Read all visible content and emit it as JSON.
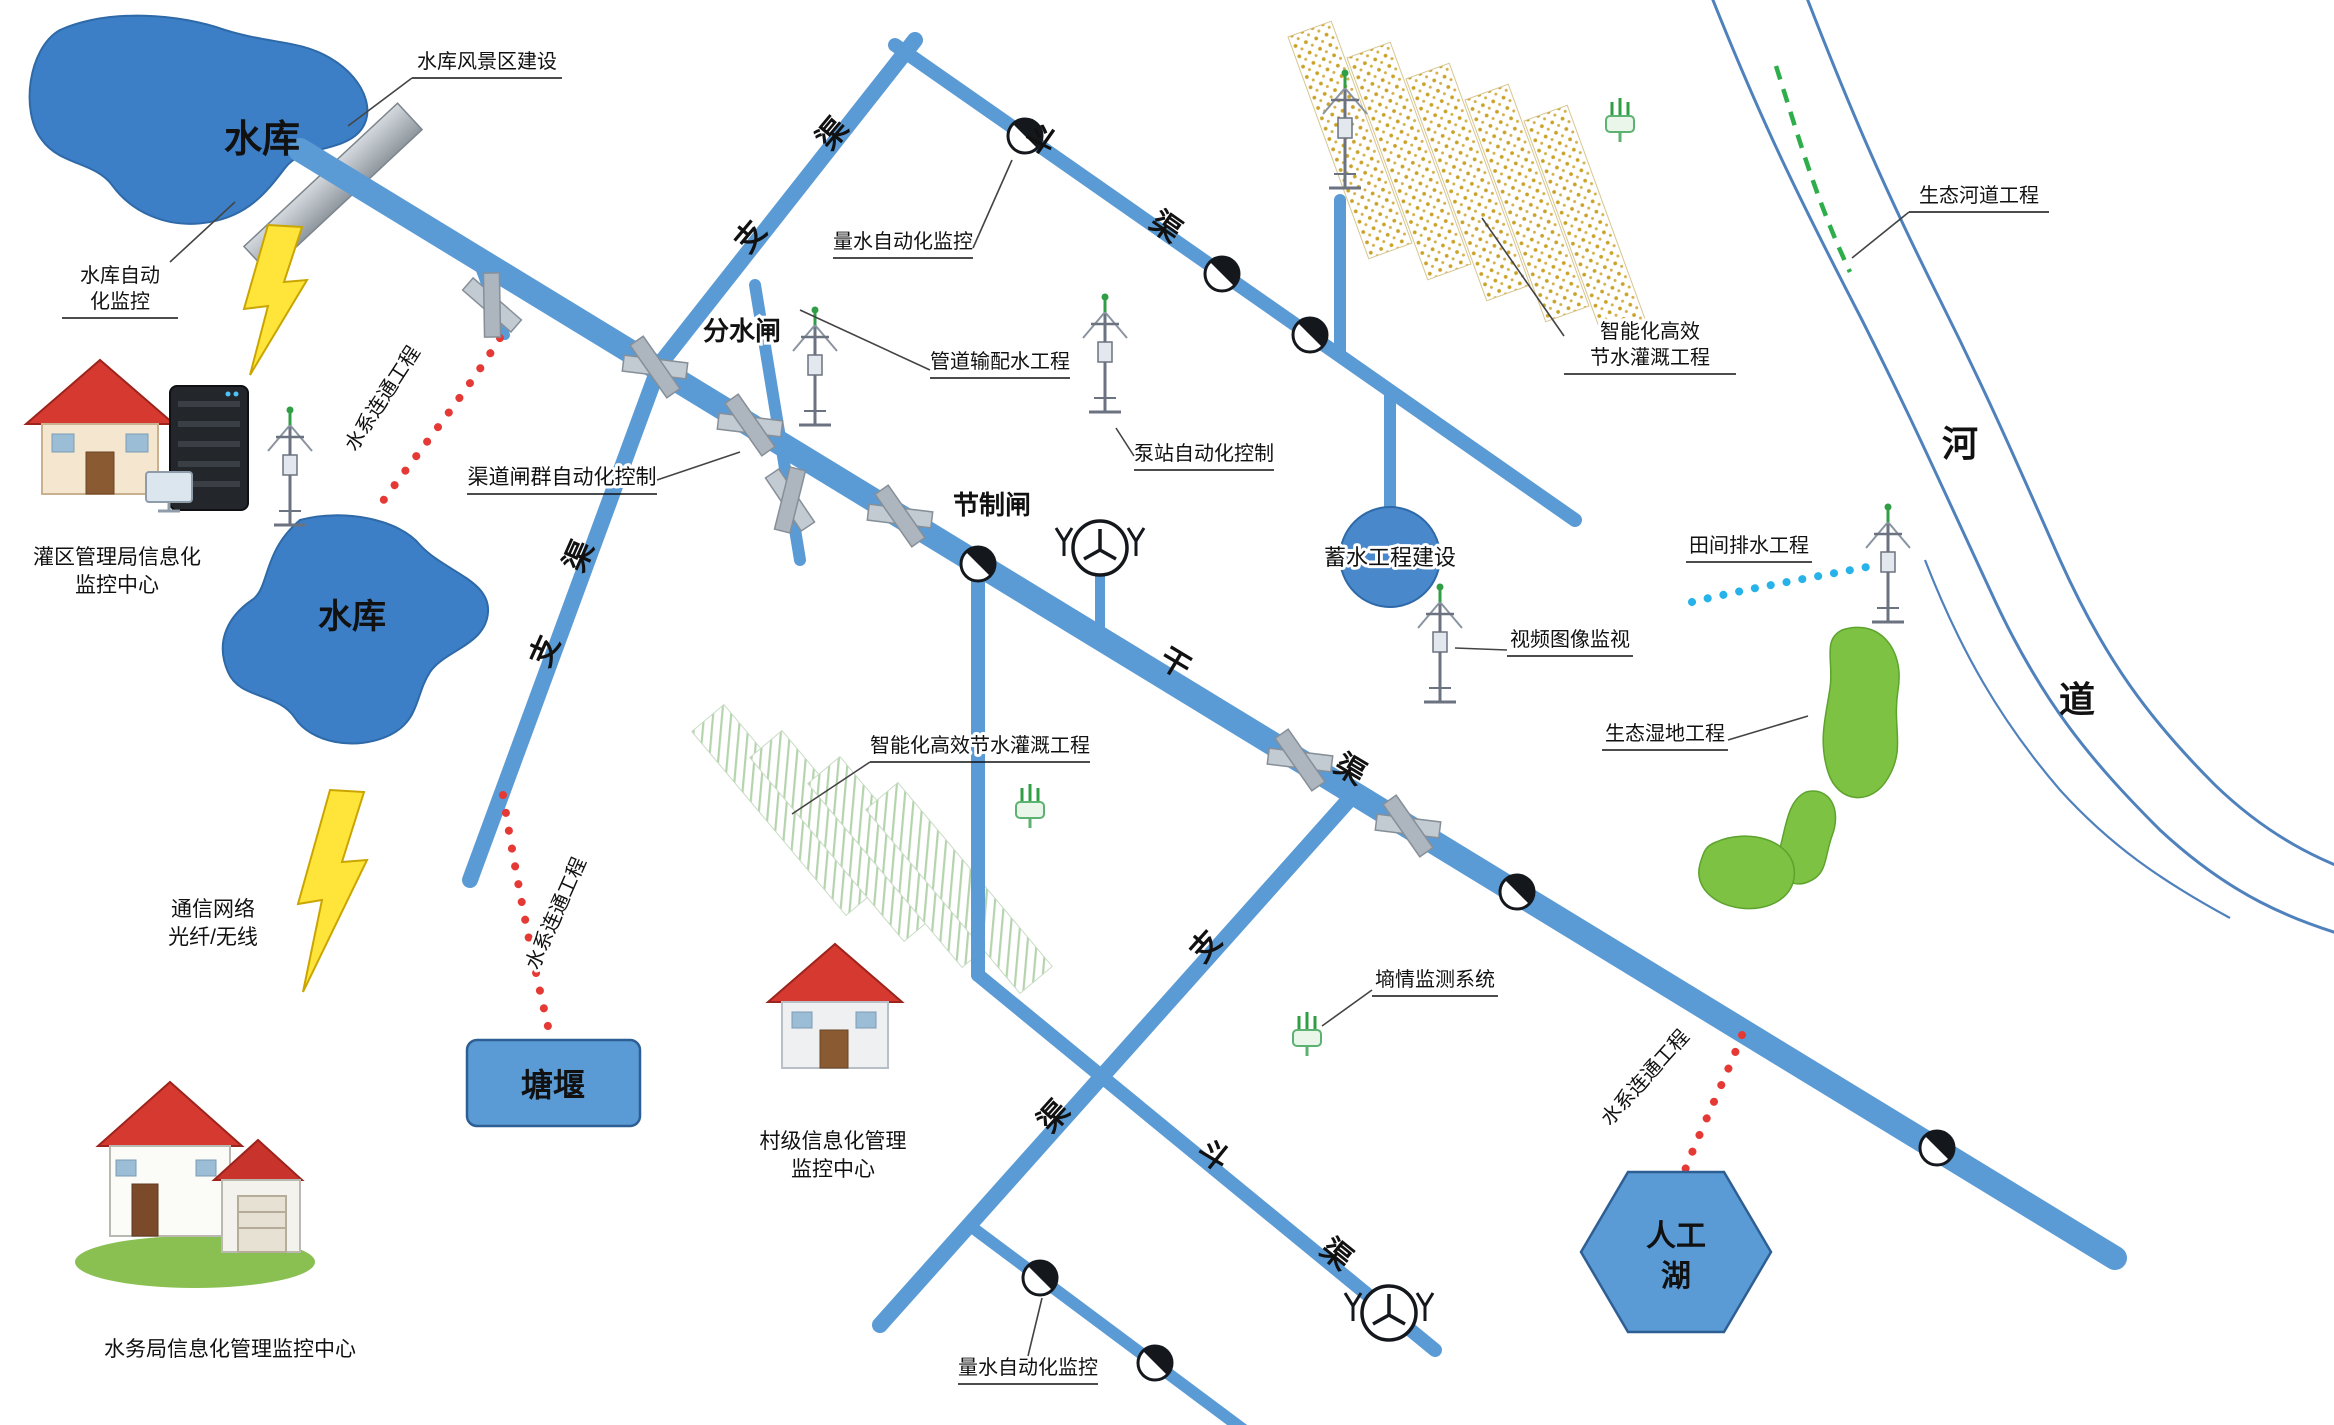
{
  "colors": {
    "canal_blue": "#5b9bd5",
    "reservoir_blue": "#3d7fc6",
    "node_blue": "#4a88cc",
    "dot_red": "#e53935",
    "dot_cyan": "#27b3ea",
    "dash_green": "#2eae4a",
    "wetland_green": "#7dc242",
    "lightning_yellow": "#ffe53a",
    "roof_red": "#d6392f",
    "gate_gray": "#adb6bf"
  },
  "labels": {
    "reservoir": "水库",
    "scenic_area": "水库风景区建设",
    "reservoir_auto_line1": "水库自动",
    "reservoir_auto_line2": "化监控",
    "hq_line1": "灌区管理局信息化",
    "hq_line2": "监控中心",
    "water_connect": "水系连通工程",
    "gate_group": "渠道闸群自动化控制",
    "diversion_gate": "分水闸",
    "control_gate": "节制闸",
    "water_metering": "量水自动化监控",
    "pipeline": "管道输配水工程",
    "pump_station": "泵站自动化控制",
    "smart_irrigation_line1": "智能化高效",
    "smart_irrigation_line2": "节水灌溉工程",
    "smart_irrigation_full": "智能化高效节水灌溉工程",
    "eco_river": "生态河道工程",
    "water_storage": "蓄水工程建设",
    "field_drainage": "田间排水工程",
    "video_monitoring": "视频图像监视",
    "eco_wetland": "生态湿地工程",
    "soil_moisture": "墒情监测系统",
    "comm_line1": "通信网络",
    "comm_line2": "光纤/无线",
    "pond_weir": "塘堰",
    "village_line1": "村级信息化管理",
    "village_line2": "监控中心",
    "lake_line1": "人工",
    "lake_line2": "湖",
    "bureau_center": "水务局信息化管理监控中心"
  },
  "chars": {
    "main_canal_1": "干",
    "main_canal_2": "渠",
    "branch_canal_1": "支",
    "branch_canal_2": "渠",
    "lateral_canal_1": "斗",
    "lateral_canal_2": "渠",
    "river_1": "河",
    "river_2": "道"
  }
}
